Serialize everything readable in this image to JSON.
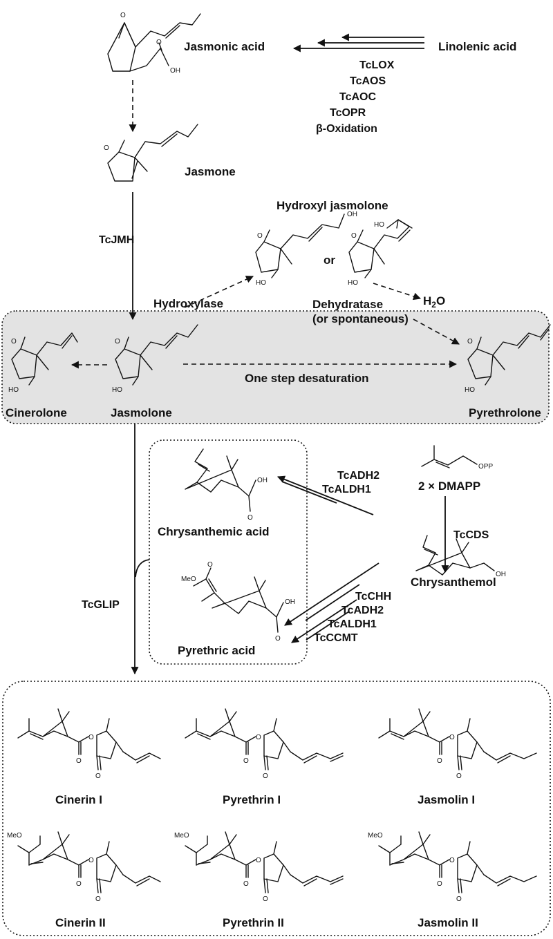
{
  "compounds": {
    "jasmonic_acid": "Jasmonic acid",
    "linolenic_acid": "Linolenic acid",
    "jasmone": "Jasmone",
    "hydroxyl_jasmolone": "Hydroxyl jasmolone",
    "or": "or",
    "cinerolone": "Cinerolone",
    "jasmolone": "Jasmolone",
    "pyrethrolone": "Pyrethrolone",
    "chrysanthemic_acid": "Chrysanthemic acid",
    "pyrethric_acid": "Pyrethric acid",
    "dmapp": "2 × DMAPP",
    "chrysanthemol": "Chrysanthemol",
    "cinerin_1": "Cinerin I",
    "pyrethrin_1": "Pyrethrin I",
    "jasmolin_1": "Jasmolin I",
    "cinerin_2": "Cinerin II",
    "pyrethrin_2": "Pyrethrin II",
    "jasmolin_2": "Jasmolin II"
  },
  "enzymes": {
    "jasmonate_path": [
      "TcLOX",
      "TcAOS",
      "TcAOC",
      "TcOPR",
      "β-Oxidation"
    ],
    "tcjmh": "TcJMH",
    "hydroxylase": "Hydroxylase",
    "dehydratase": "Dehydratase",
    "or_spontaneous": "(or spontaneous)",
    "water": "H",
    "water_sub": "2",
    "water_o": "O",
    "desaturation": "One step desaturation",
    "tcglip": "TcGLIP",
    "chrys_acid_path": [
      "TcADH2",
      "TcALDH1"
    ],
    "tccds": "TcCDS",
    "pyr_acid_path": [
      "TcCHH",
      "TcADH2",
      "TcALDH1",
      "TcCCMT"
    ]
  },
  "atoms": {
    "o": "O",
    "oh": "OH",
    "ho": "HO",
    "meo": "MeO",
    "opp": "OPP"
  },
  "colors": {
    "highlight_box": "#e3e3e3",
    "ink": "#111111"
  }
}
